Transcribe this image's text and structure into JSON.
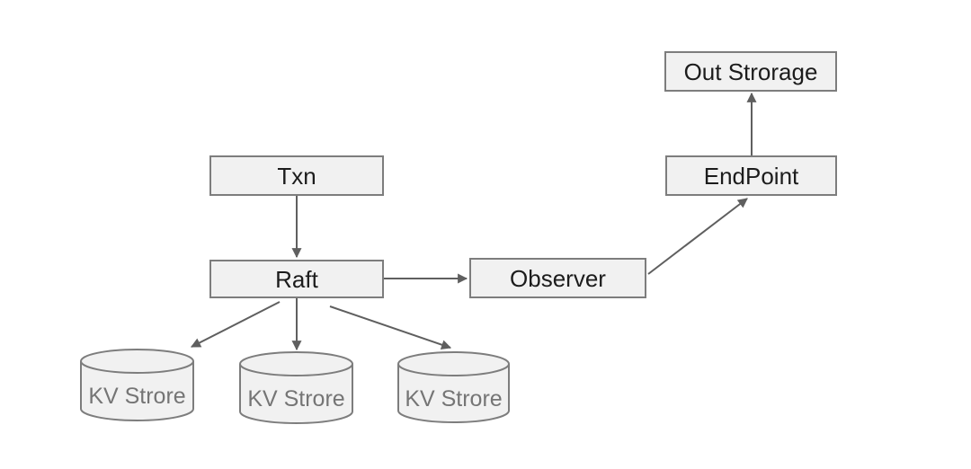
{
  "diagram": {
    "colors": {
      "background": "#ffffff",
      "box_fill": "#f1f1f1",
      "box_border": "#7d7d7d",
      "arrow": "#5f5f5f",
      "box_text": "#1c1c1c",
      "cylinder_text": "#757575"
    },
    "nodes": {
      "txn": {
        "label": "Txn",
        "type": "box"
      },
      "raft": {
        "label": "Raft",
        "type": "box"
      },
      "observer": {
        "label": "Observer",
        "type": "box"
      },
      "endpoint": {
        "label": "EndPoint",
        "type": "box"
      },
      "out_storage": {
        "label": "Out Strorage",
        "type": "box"
      },
      "kv_store_1": {
        "label": "KV Strore",
        "type": "cylinder"
      },
      "kv_store_2": {
        "label": "KV Strore",
        "type": "cylinder"
      },
      "kv_store_3": {
        "label": "KV Strore",
        "type": "cylinder"
      }
    },
    "edges": [
      {
        "from": "txn",
        "to": "raft"
      },
      {
        "from": "raft",
        "to": "observer"
      },
      {
        "from": "raft",
        "to": "kv_store_1"
      },
      {
        "from": "raft",
        "to": "kv_store_2"
      },
      {
        "from": "raft",
        "to": "kv_store_3"
      },
      {
        "from": "observer",
        "to": "endpoint"
      },
      {
        "from": "endpoint",
        "to": "out_storage"
      }
    ]
  }
}
